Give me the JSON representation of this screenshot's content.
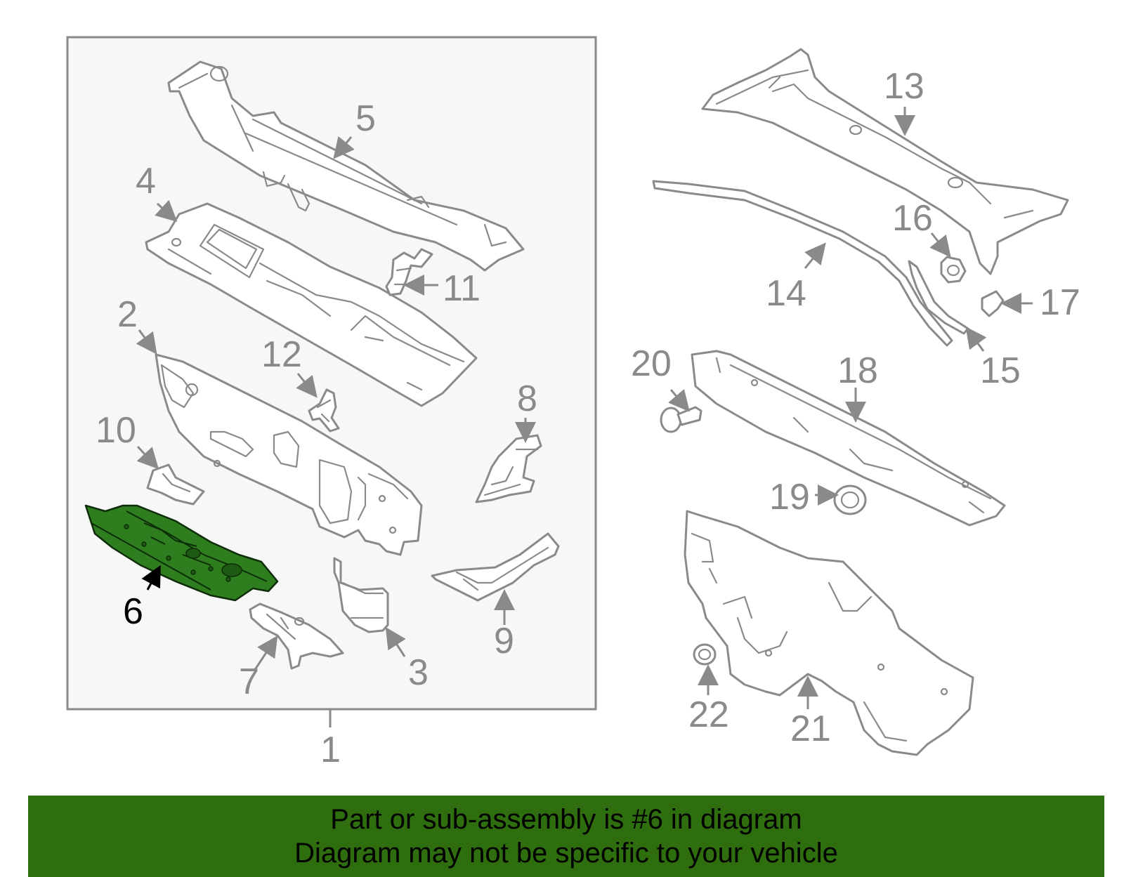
{
  "diagram": {
    "callouts": {
      "c1": "1",
      "c2": "2",
      "c3": "3",
      "c4": "4",
      "c5": "5",
      "c6": "6",
      "c7": "7",
      "c8": "8",
      "c9": "9",
      "c10": "10",
      "c11": "11",
      "c12": "12",
      "c13": "13",
      "c14": "14",
      "c15": "15",
      "c16": "16",
      "c17": "17",
      "c18": "18",
      "c19": "19",
      "c20": "20",
      "c21": "21",
      "c22": "22"
    },
    "highlighted_part": "6",
    "colors": {
      "highlight": "#2e7d1e",
      "banner": "#2e6e0e",
      "line": "#8a8a8a",
      "panel": "#f7f7f7"
    }
  },
  "banner": {
    "line1": "Part or sub-assembly is #6 in diagram",
    "line2": "Diagram may not be specific to your vehicle"
  }
}
